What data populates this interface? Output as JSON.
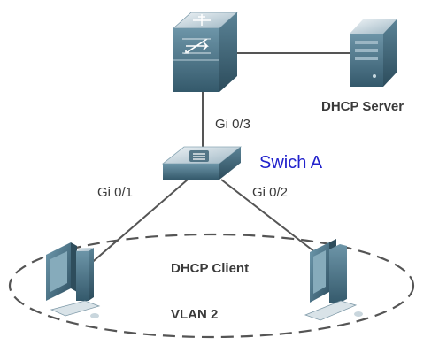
{
  "nodes": {
    "core_switch": {
      "icon": "core-switch-icon"
    },
    "dhcp_server": {
      "icon": "server-icon",
      "label": "DHCP Server"
    },
    "switch_a": {
      "icon": "switch-icon",
      "label": "Swich A"
    },
    "client_left": {
      "icon": "computer-icon"
    },
    "client_right": {
      "icon": "computer-icon"
    }
  },
  "ports": {
    "uplink": "Gi 0/3",
    "left": "Gi 0/1",
    "right": "Gi 0/2"
  },
  "group": {
    "label": "DHCP Client",
    "vlan": "VLAN 2"
  },
  "colors": {
    "link": "#555555",
    "ellipse": "#555555",
    "switch_label": "#2222cc",
    "device_body": "#4a7f96"
  }
}
